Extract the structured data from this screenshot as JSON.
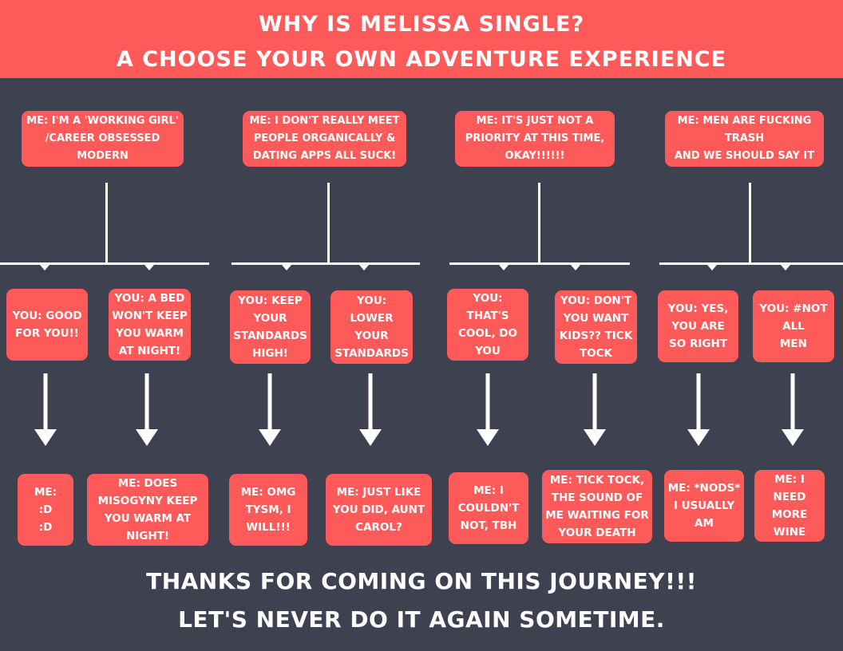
{
  "title": {
    "line1": "WHY IS MELISSA SINGLE?",
    "line2": "A CHOOSE YOUR OWN ADVENTURE EXPERIENCE"
  },
  "branches": [
    {
      "me": "ME: I'M A 'WORKING GIRL'\n/CAREER OBSESSED\nMODERN",
      "options": [
        {
          "you": "YOU: GOOD\nFOR YOU!!",
          "reply": "ME:\n:D\n:D"
        },
        {
          "you": "YOU: A BED\nWON'T KEEP\nYOU WARM\nAT NIGHT!",
          "reply": "ME: DOES\nMISOGYNY KEEP\nYOU WARM AT\nNIGHT!"
        }
      ]
    },
    {
      "me": "ME: I DON'T REALLY MEET\nPEOPLE ORGANICALLY &\nDATING APPS ALL SUCK!",
      "options": [
        {
          "you": "YOU: KEEP\nYOUR\nSTANDARDS\nHIGH!",
          "reply": "ME: OMG\nTYSM, I\nWILL!!!"
        },
        {
          "you": "YOU:\nLOWER\nYOUR\nSTANDARDS",
          "reply": "ME: JUST LIKE\nYOU DID, AUNT\nCAROL?"
        }
      ]
    },
    {
      "me": "ME: IT'S JUST NOT A\nPRIORITY AT THIS TIME,\nOKAY!!!!!!",
      "options": [
        {
          "you": "YOU:\nTHAT'S\nCOOL, DO\nYOU",
          "reply": "ME: I\nCOULDN'T\nNOT, TBH"
        },
        {
          "you": "YOU: DON'T\nYOU WANT\nKIDS?? TICK\nTOCK",
          "reply": "ME: TICK TOCK,\nTHE SOUND OF\nME WAITING FOR\nYOUR DEATH"
        }
      ]
    },
    {
      "me": "ME: MEN ARE FUCKING\nTRASH\nAND WE SHOULD SAY IT",
      "options": [
        {
          "you": "YOU: YES,\nYOU ARE\nSO RIGHT",
          "reply": "ME: *NODS*\nI USUALLY\nAM"
        },
        {
          "you": "YOU: #NOT\nALL\nMEN",
          "reply": "ME: I NEED\nMORE\nWINE"
        }
      ]
    }
  ],
  "footer": {
    "line1": "THANKS FOR COMING ON THIS JOURNEY!!!",
    "line2": "LET'S NEVER DO IT AGAIN SOMETIME."
  },
  "colors": {
    "background": "#3e4250",
    "accent": "#ff5a5a",
    "text": "#ffffff"
  }
}
